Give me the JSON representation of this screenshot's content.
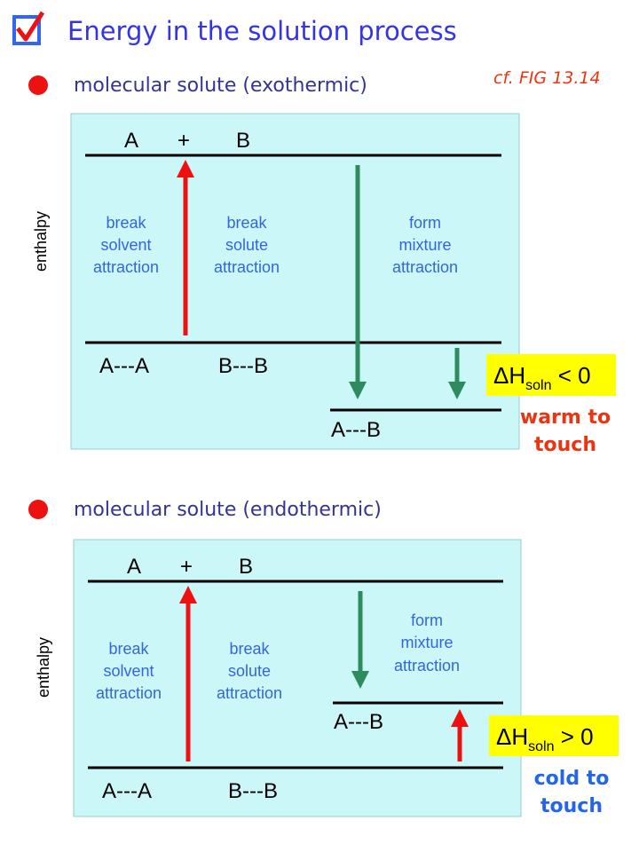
{
  "title": "Energy in the solution process",
  "reference": "cf. FIG 13.14",
  "colors": {
    "title": "#3333ee",
    "panel": "#ccf7f8",
    "red_arrow": "#ee1111",
    "green_arrow": "#2e8b5e",
    "highlight": "#ffff00"
  },
  "sections": [
    {
      "heading": "molecular solute (exothermic)",
      "axis_label": "enthalpy",
      "top_species": {
        "a": "A",
        "plus": "+",
        "b": "B"
      },
      "bottom_species": {
        "aa": "A---A",
        "bb": "B---B"
      },
      "mixture_species": "A---B",
      "steps": [
        {
          "lines": [
            "break",
            "solvent",
            "attraction"
          ]
        },
        {
          "lines": [
            "break",
            "solute",
            "attraction"
          ]
        },
        {
          "lines": [
            "form",
            "mixture",
            "attraction"
          ]
        }
      ],
      "delta_h": {
        "symbol": "ΔH",
        "sub": "soln",
        "relation": " < 0"
      },
      "feel": [
        "warm to",
        "touch"
      ]
    },
    {
      "heading": "molecular solute (endothermic)",
      "axis_label": "enthalpy",
      "top_species": {
        "a": "A",
        "plus": "+",
        "b": "B"
      },
      "bottom_species": {
        "aa": "A---A",
        "bb": "B---B"
      },
      "mixture_species": "A---B",
      "steps": [
        {
          "lines": [
            "break",
            "solvent",
            "attraction"
          ]
        },
        {
          "lines": [
            "break",
            "solute",
            "attraction"
          ]
        },
        {
          "lines": [
            "form",
            "mixture",
            "attraction"
          ]
        }
      ],
      "delta_h": {
        "symbol": "ΔH",
        "sub": "soln",
        "relation": " > 0"
      },
      "feel": [
        "cold to",
        "touch"
      ]
    }
  ]
}
